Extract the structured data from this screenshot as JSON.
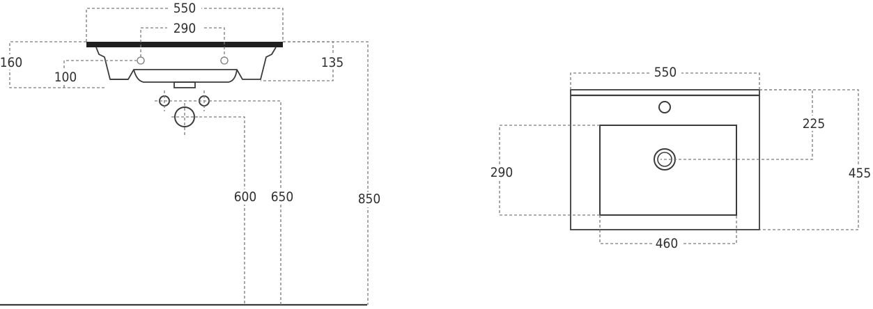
{
  "front_view": {
    "width_overall": "550",
    "tap_spacing": "290",
    "height_left": "160",
    "depth_inner": "100",
    "height_right": "135",
    "drain_height_600": "600",
    "waste_height_650": "650",
    "top_height_850": "850"
  },
  "top_view": {
    "width_overall": "550",
    "tap_to_drain": "225",
    "basin_depth": "290",
    "overall_depth": "455",
    "basin_width": "460"
  },
  "colors": {
    "line": "#3a3a3a",
    "dash": "#7a7a7a",
    "text": "#2f2f2f"
  }
}
